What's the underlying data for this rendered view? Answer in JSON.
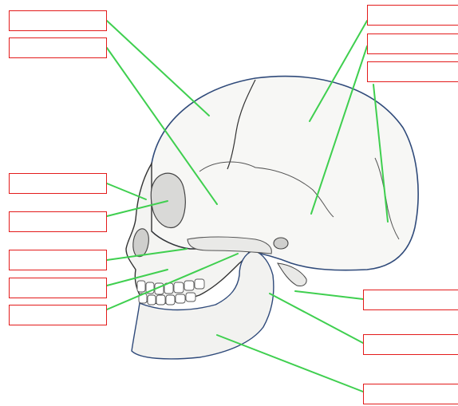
{
  "diagram": {
    "labels": [
      {
        "id": "left-1",
        "text": ""
      },
      {
        "id": "left-2",
        "text": ""
      },
      {
        "id": "left-3",
        "text": ""
      },
      {
        "id": "left-4",
        "text": ""
      },
      {
        "id": "left-5",
        "text": ""
      },
      {
        "id": "left-6",
        "text": ""
      },
      {
        "id": "left-7",
        "text": ""
      },
      {
        "id": "right-1",
        "text": ""
      },
      {
        "id": "right-2",
        "text": ""
      },
      {
        "id": "right-3",
        "text": ""
      },
      {
        "id": "right-4",
        "text": ""
      },
      {
        "id": "right-5",
        "text": ""
      },
      {
        "id": "right-6",
        "text": ""
      }
    ],
    "colors": {
      "box_border": "#e31b1b",
      "leader_line": "#3fcf4f",
      "skull_fill": "#f7f7f5",
      "skull_outline": "#333333"
    }
  }
}
